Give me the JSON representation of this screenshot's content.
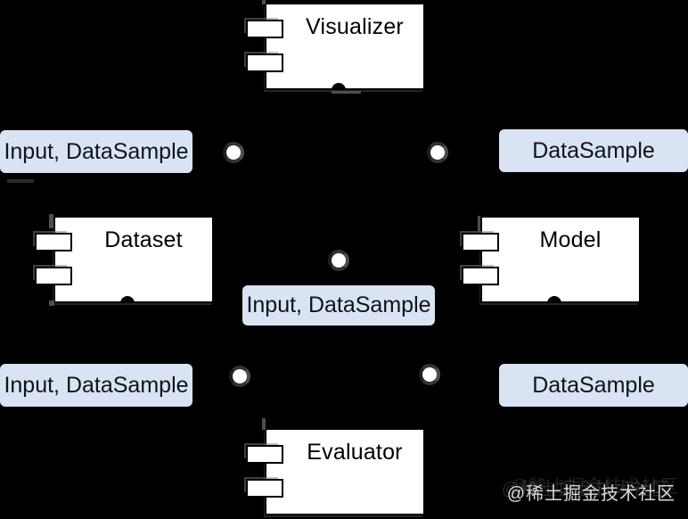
{
  "diagram": {
    "type": "uml-component-diagram",
    "components": [
      {
        "id": "visualizer",
        "label": "Visualizer"
      },
      {
        "id": "dataset",
        "label": "Dataset"
      },
      {
        "id": "model",
        "label": "Model"
      },
      {
        "id": "evaluator",
        "label": "Evaluator"
      }
    ],
    "interface_labels": [
      {
        "id": "top-left",
        "text": "Input, DataSample"
      },
      {
        "id": "top-right",
        "text": "DataSample"
      },
      {
        "id": "center",
        "text": "Input, DataSample"
      },
      {
        "id": "bottom-left",
        "text": "Input, DataSample"
      },
      {
        "id": "bottom-right",
        "text": "DataSample"
      }
    ],
    "interface_balls": 5,
    "colors": {
      "background": "#000000",
      "component_fill": "#ffffff",
      "component_border": "#000000",
      "label_fill": "#d9e3f4",
      "label_text": "#10131a",
      "ball_fill": "#ffffff",
      "ball_ring": "#333333"
    }
  },
  "watermark": {
    "text": "@稀土掘金技术社区"
  }
}
